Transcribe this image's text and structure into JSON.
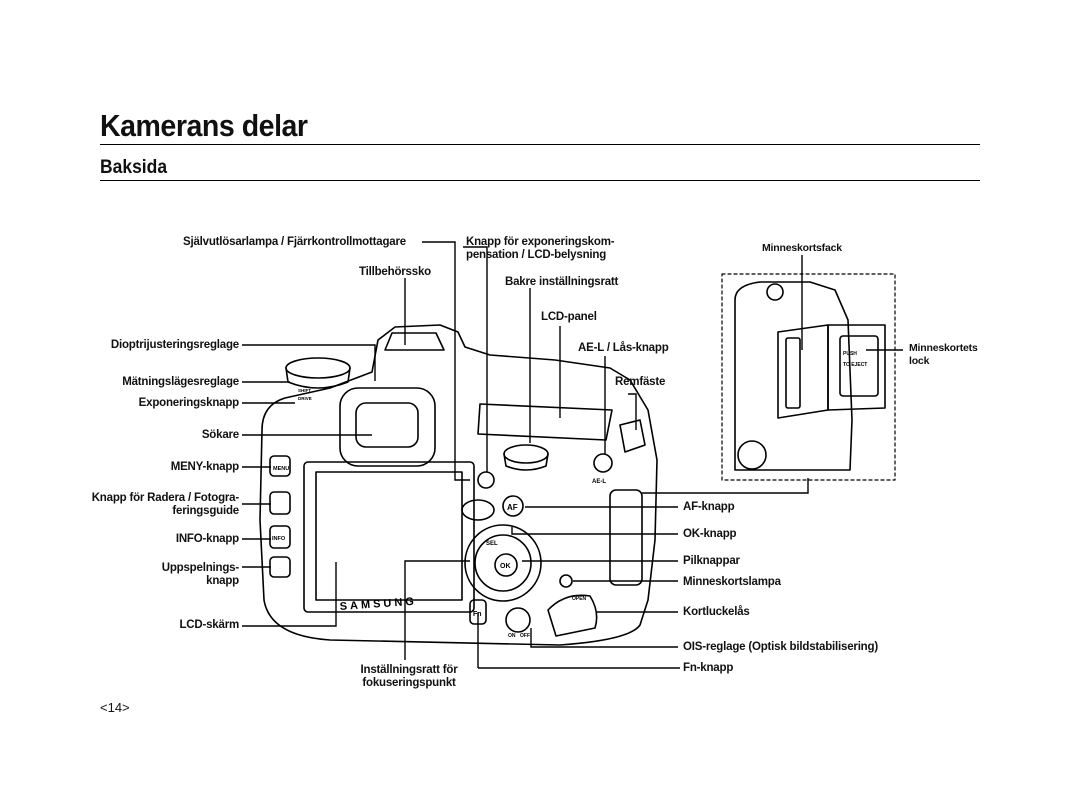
{
  "page": {
    "title": "Kamerans delar",
    "subtitle": "Baksida",
    "page_number": "<14>"
  },
  "labels": {
    "self_timer": "Självutlösarlampa / Fjärrkontrollmottagare",
    "accessory_shoe": "Tillbehörssko",
    "diopter": "Dioptrijusteringsreglage",
    "metering": "Mätningslägesreglage",
    "exposure_button": "Exponeringsknapp",
    "viewfinder": "Sökare",
    "menu_button": "MENY-knapp",
    "delete_button_1": "Knapp för Radera / Fotogra-",
    "delete_button_2": "feringsguide",
    "info_button": "INFO-knapp",
    "playback_1": "Uppspelnings-",
    "playback_2": "knapp",
    "lcd_screen": "LCD-skärm",
    "focus_dial_1": "Inställningsratt för",
    "focus_dial_2": "fokuseringspunkt",
    "exp_comp_1": "Knapp för exponeringskom-",
    "exp_comp_2": "pensation / LCD-belysning",
    "rear_dial": "Bakre inställningsratt",
    "lcd_panel": "LCD-panel",
    "ael": "AE-L / Lås-knapp",
    "strap": "Remfäste",
    "card_slot": "Minneskortsfack",
    "card_cover_1": "Minneskortets",
    "card_cover_2": "lock",
    "af_button": "AF-knapp",
    "ok_button": "OK-knapp",
    "arrows": "Pilknappar",
    "card_lamp": "Minneskortslampa",
    "cover_lock": "Kortluckelås",
    "ois": "OIS-reglage (Optisk bildstabilisering)",
    "fn_button": "Fn-knapp"
  },
  "camera_markings": {
    "brand": "SAMSUNG",
    "menu": "MENU",
    "info": "INFO",
    "af": "AF",
    "fn": "Fn",
    "ok": "OK",
    "sel": "SEL",
    "ael": "AE-L",
    "push": "PUSH",
    "to_eject": "TO EJECT",
    "open": "OPEN",
    "on": "ON",
    "off": "OFF",
    "shift": "SHIFT",
    "drive": "DRIVE"
  }
}
